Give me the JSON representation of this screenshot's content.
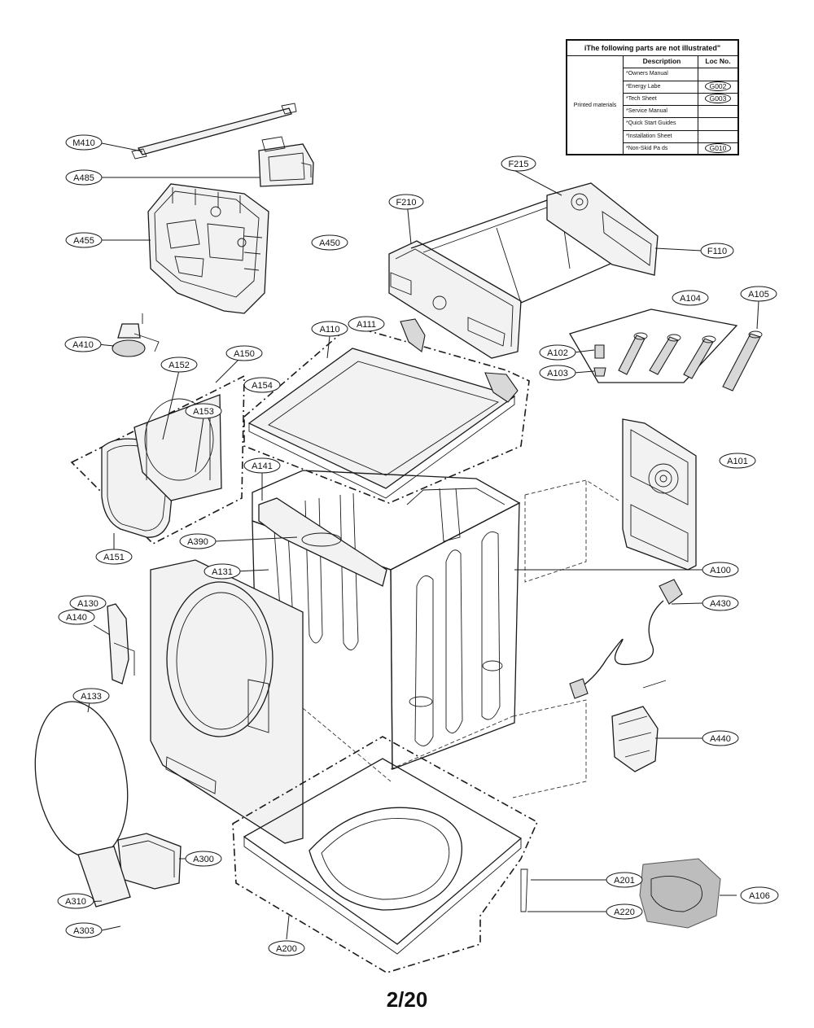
{
  "parts_table": {
    "title": "iThe following parts are not illustrated\"",
    "header": {
      "description": "Description",
      "loc_no": "Loc No."
    },
    "category": "Printed materials",
    "rows": [
      {
        "description": "*Owners Manual",
        "loc": ""
      },
      {
        "description": "*Energy Labe",
        "loc": "G002"
      },
      {
        "description": "*Tech Sheet",
        "loc": "G003"
      },
      {
        "description": "*Service Manual",
        "loc": ""
      },
      {
        "description": "*Quick Start Guides",
        "loc": ""
      },
      {
        "description": "*Installation Sheet",
        "loc": ""
      },
      {
        "description": "*Non-Skid Pa ds",
        "loc": "G010"
      }
    ]
  },
  "labels": {
    "M410": "M410",
    "A485": "A485",
    "A455": "A455",
    "A450": "A450",
    "F215": "F215",
    "F210": "F210",
    "F110": "F110",
    "A104": "A104",
    "A105": "A105",
    "A102": "A102",
    "A103": "A103",
    "A410": "A410",
    "A110": "A110",
    "A111": "A111",
    "A150": "A150",
    "A152": "A152",
    "A154": "A154",
    "A153": "A153",
    "A141": "A141",
    "A101": "A101",
    "A390": "A390",
    "A151": "A151",
    "A131": "A131",
    "A100": "A100",
    "A130": "A130",
    "A140": "A140",
    "A430": "A430",
    "A133": "A133",
    "A440": "A440",
    "A300": "A300",
    "A201": "A201",
    "A106": "A106",
    "A310": "A310",
    "A220": "A220",
    "A303": "A303",
    "A200": "A200"
  },
  "page_number": "2/20"
}
